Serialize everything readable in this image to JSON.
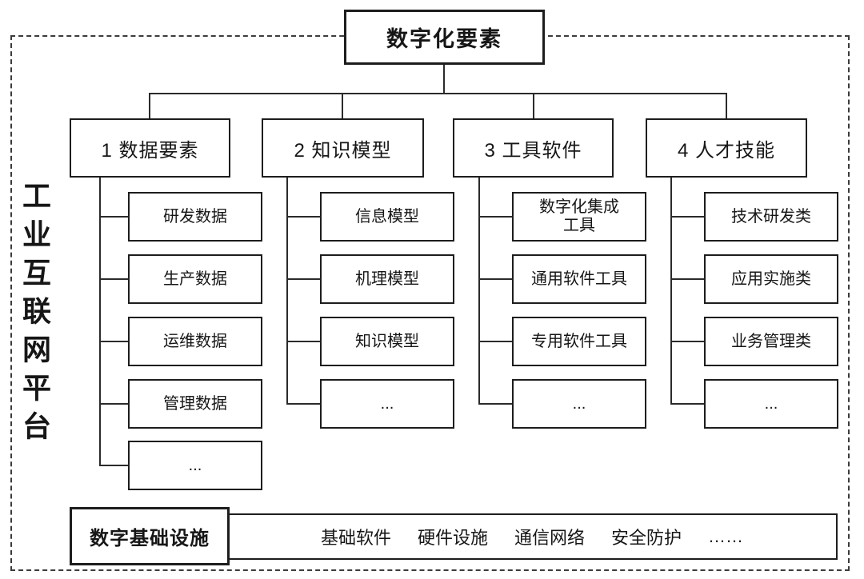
{
  "root": {
    "label": "数字化要素"
  },
  "platform": {
    "label": "工业互联网平台"
  },
  "columns": [
    {
      "header": "1 数据要素",
      "children": [
        "研发数据",
        "生产数据",
        "运维数据",
        "管理数据",
        "..."
      ]
    },
    {
      "header": "2 知识模型",
      "children": [
        "信息模型",
        "机理模型",
        "知识模型",
        "..."
      ]
    },
    {
      "header": "3 工具软件",
      "children": [
        "数字化集成工具",
        "通用软件工具",
        "专用软件工具",
        "..."
      ]
    },
    {
      "header": "4 人才技能",
      "children": [
        "技术研发类",
        "应用实施类",
        "业务管理类",
        "..."
      ]
    }
  ],
  "infrastructure": {
    "label": "数字基础设施",
    "items": [
      "基础软件",
      "硬件设施",
      "通信网络",
      "安全防护",
      "……"
    ]
  },
  "colors": {
    "line": "#2b2b2b",
    "text": "#161616",
    "background": "#ffffff"
  }
}
